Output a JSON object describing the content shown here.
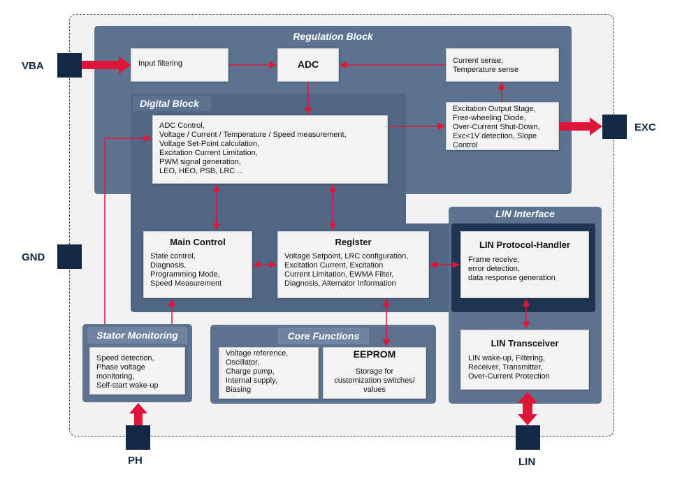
{
  "pins": {
    "vba": "VBA",
    "gnd": "GND",
    "ph": "PH",
    "exc": "EXC",
    "lin": "LIN"
  },
  "regulation_block": {
    "title": "Regulation Block",
    "input_filtering": "Input filtering",
    "adc": "ADC",
    "current_sense": "Current sense,\nTemperature sense",
    "excitation_stage": "Excitation Output Stage,\nFree-wheeling Diode,\nOver-Current Shut-Down,\nExc<1V detection, Slope\nControl"
  },
  "digital_block": {
    "title": "Digital Block",
    "adc_control": "ADC Control,\nVoltage / Current / Temperature / Speed measurement,\nVoltage Set-Point calculation,\nExcitation Current Limitation,\nPWM signal generation,\nLEO, HEO, PSB, LRC ...",
    "main_control_title": "Main Control",
    "main_control_text": "State control,\nDiagnosis,\nProgramming Mode,\nSpeed Measurement",
    "register_title": "Register",
    "register_text": "Voltage Setpoint, LRC configuration,\nExcitation Current, Excitation\nCurrent Limitation, EWMA Filter,\nDiagnosis, Alternator Information"
  },
  "lin_interface": {
    "title": "LIN Interface",
    "protocol_title": "LIN Protocol-Handler",
    "protocol_text": "Frame receive,\nerror detection,\ndata response generation",
    "transceiver_title": "LIN Transceiver",
    "transceiver_text": "LIN wake-up, Filtering,\nReceiver, Transmitter,\nOver-Current Protection"
  },
  "stator_monitoring": {
    "title": "Stator Monitoring",
    "text": "Speed detection,\nPhase voltage\nmonitoring,\nSelf-start wake-up"
  },
  "core_functions": {
    "title": "Core Functions",
    "text": "Voltage reference,\nOscillator,\nCharge pump,\nInternal supply,\nBiasing",
    "eeprom_title": "EEPROM",
    "eeprom_text": "Storage for\ncustomization switches/\nvalues"
  },
  "colors": {
    "arrow": "#e0153a",
    "pin": "#122847",
    "panel": "#5c728f"
  }
}
